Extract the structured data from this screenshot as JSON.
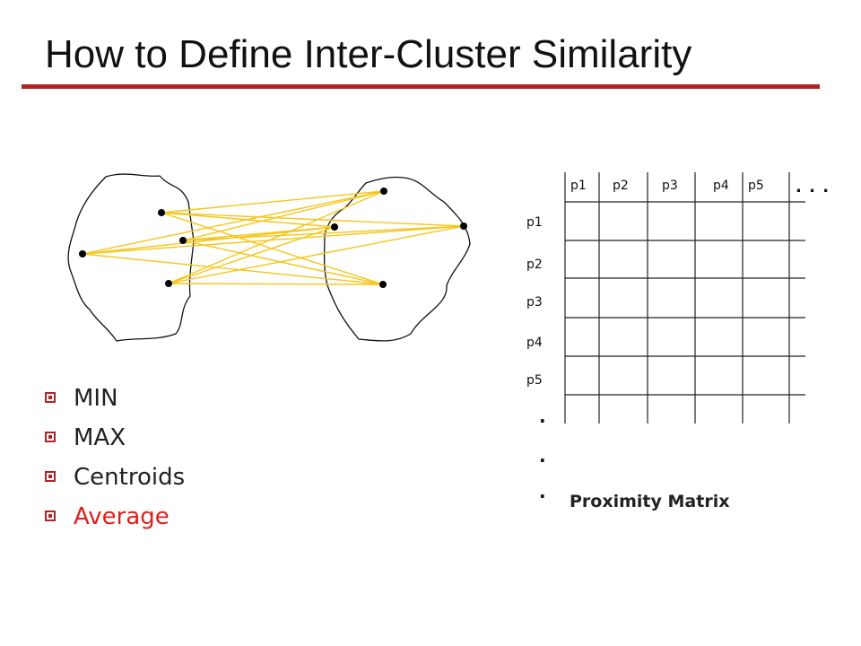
{
  "slide": {
    "title": "How to Define Inter-Cluster Similarity"
  },
  "bullets": [
    {
      "label": "MIN",
      "highlighted": false
    },
    {
      "label": "MAX",
      "highlighted": false
    },
    {
      "label": "Centroids",
      "highlighted": false
    },
    {
      "label": "Average",
      "highlighted": true
    }
  ],
  "matrix": {
    "column_headers": [
      "p1",
      "p2",
      "p3",
      "p4",
      "p5"
    ],
    "row_headers": [
      "p1",
      "p2",
      "p3",
      "p4",
      "p5"
    ],
    "ellipsis_horizontal": ". . .",
    "ellipsis_vertical": ".",
    "caption": "Proximity Matrix"
  },
  "colors": {
    "accent": "#b22222",
    "highlight_text": "#e0201c",
    "link_lines": "#f5c518"
  }
}
